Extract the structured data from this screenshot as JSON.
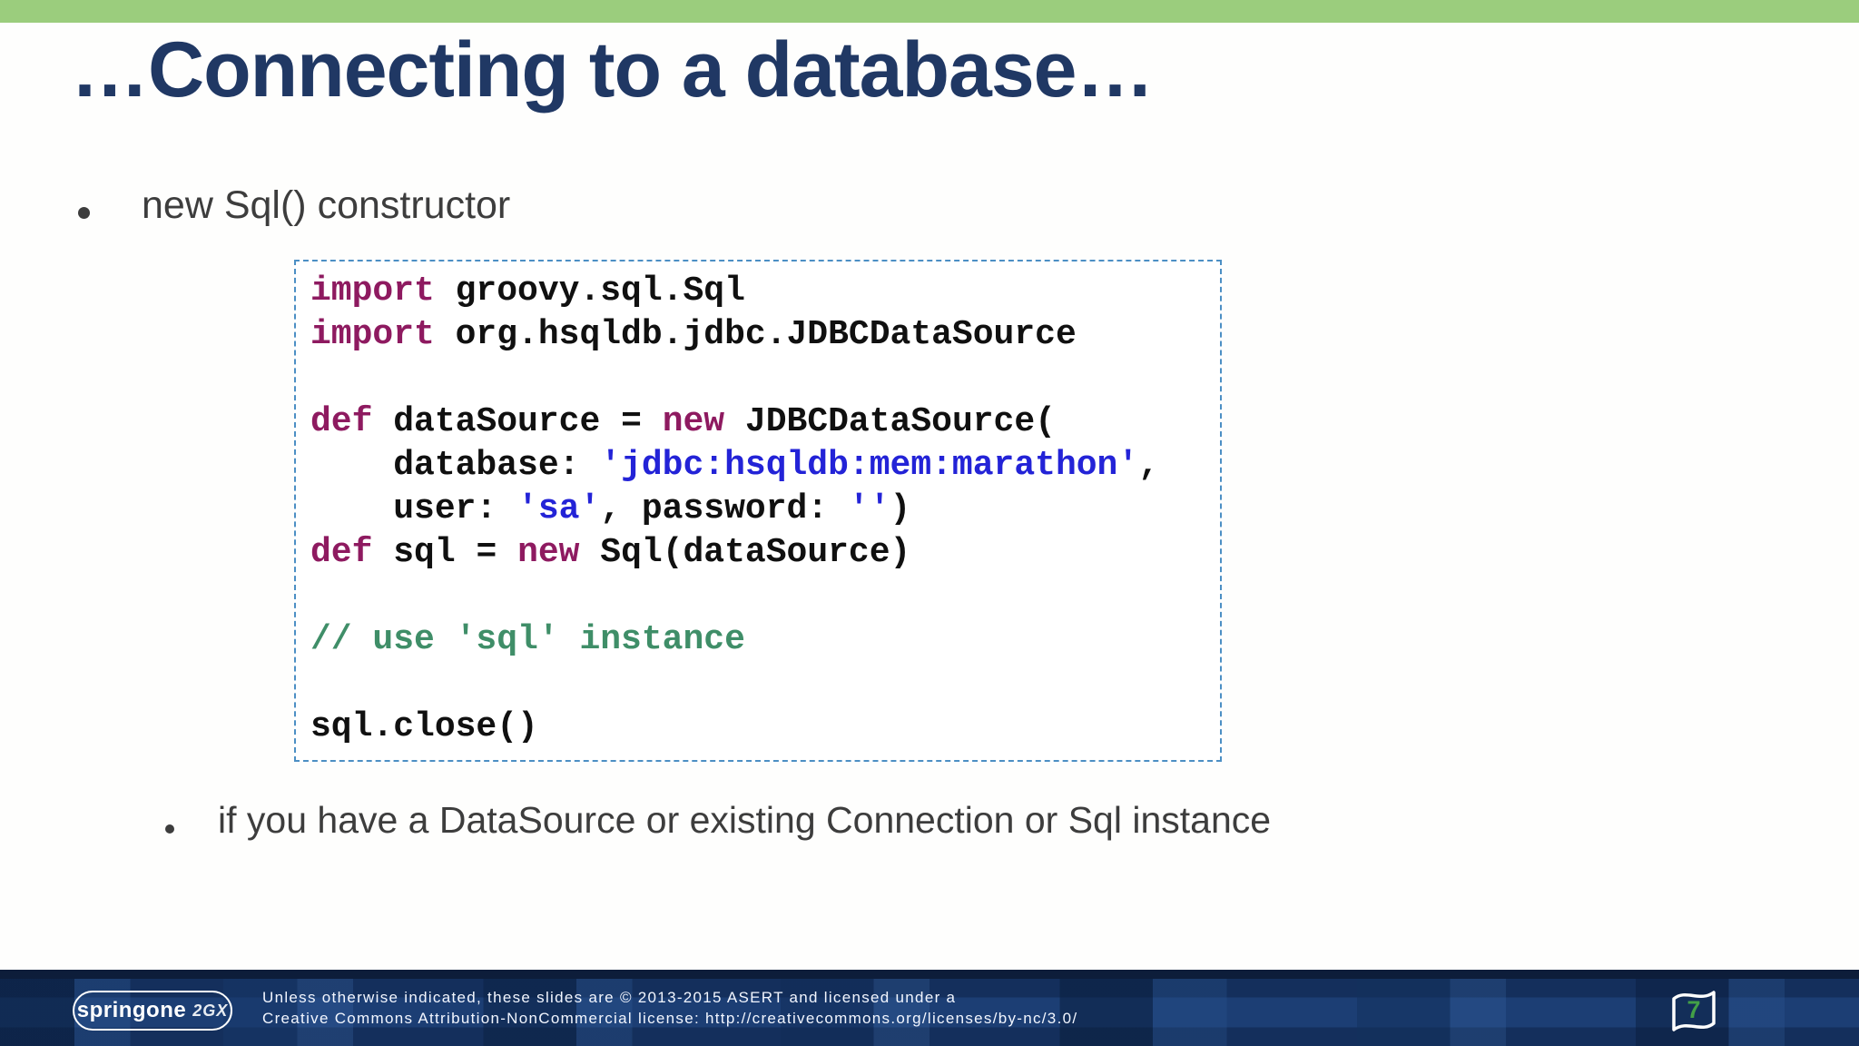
{
  "slide": {
    "title": "…Connecting to a database…",
    "bullet": "new Sql() constructor",
    "sub_bullet": "if you have a DataSource or existing Connection or Sql instance",
    "page_number": "7"
  },
  "code": {
    "lines": [
      [
        {
          "c": "kw",
          "t": "import"
        },
        {
          "c": "pl",
          "t": " groovy.sql.Sql"
        }
      ],
      [
        {
          "c": "kw",
          "t": "import"
        },
        {
          "c": "pl",
          "t": " org.hsqldb.jdbc.JDBCDataSource"
        }
      ],
      [],
      [
        {
          "c": "kw",
          "t": "def"
        },
        {
          "c": "pl",
          "t": " dataSource = "
        },
        {
          "c": "kw",
          "t": "new"
        },
        {
          "c": "pl",
          "t": " JDBCDataSource("
        }
      ],
      [
        {
          "c": "pl",
          "t": "    database: "
        },
        {
          "c": "str",
          "t": "'jdbc:hsqldb:mem:marathon'"
        },
        {
          "c": "pl",
          "t": ","
        }
      ],
      [
        {
          "c": "pl",
          "t": "    user: "
        },
        {
          "c": "str",
          "t": "'sa'"
        },
        {
          "c": "pl",
          "t": ", password: "
        },
        {
          "c": "str",
          "t": "''"
        },
        {
          "c": "pl",
          "t": ")"
        }
      ],
      [
        {
          "c": "kw",
          "t": "def"
        },
        {
          "c": "pl",
          "t": " sql = "
        },
        {
          "c": "kw",
          "t": "new"
        },
        {
          "c": "pl",
          "t": " Sql(dataSource)"
        }
      ],
      [],
      [
        {
          "c": "com",
          "t": "// use 'sql' instance"
        }
      ],
      [],
      [
        {
          "c": "pl",
          "t": "sql.close()"
        }
      ]
    ]
  },
  "footer": {
    "logo_text": "springone",
    "logo_suffix": "2GX",
    "license_line1": "Unless otherwise indicated, these slides are © 2013-2015 ASERT and licensed under a",
    "license_line2": "Creative Commons Attribution-NonCommercial license: http://creativecommons.org/licenses/by-nc/3.0/"
  },
  "colors": {
    "green_bar": "#9bcd7d",
    "navy": "#203864",
    "body_text": "#3d3d3d",
    "kw": "#8e1a60",
    "str": "#2323d7",
    "com": "#3f8e68",
    "code": "#101010",
    "code_border": "#4c8fc4",
    "footer_base": "#1c3e74",
    "footer_dark": "#0d1d3a",
    "page_green": "#43a047"
  }
}
